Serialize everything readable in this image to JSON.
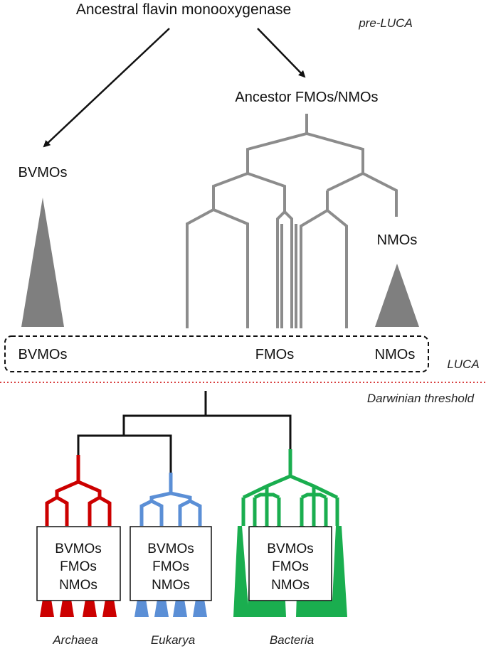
{
  "header": {
    "title": "Ancestral flavin monooxygenase",
    "era_label": "pre-LUCA"
  },
  "pre_luca": {
    "bvmo_label": "BVMOs",
    "ancestor_label": "Ancestor FMOs/NMOs",
    "nmo_label": "NMOs"
  },
  "luca_box": {
    "bvmo": "BVMOs",
    "fmo": "FMOs",
    "nmo": "NMOs",
    "era_label": "LUCA"
  },
  "threshold": {
    "label": "Darwinian threshold",
    "color": "#cc0000"
  },
  "domains": [
    {
      "name": "Archaea",
      "color": "#cc0000",
      "families": [
        "BVMOs",
        "FMOs",
        "NMOs"
      ]
    },
    {
      "name": "Eukarya",
      "color": "#5b8fd6",
      "families": [
        "BVMOs",
        "FMOs",
        "NMOs"
      ]
    },
    {
      "name": "Bacteria",
      "color": "#1aae4f",
      "families": [
        "BVMOs",
        "FMOs",
        "NMOs"
      ]
    }
  ],
  "colors": {
    "gray_tree": "#8c8c8c",
    "triangle": "#7f7f7f",
    "black": "#111111"
  }
}
